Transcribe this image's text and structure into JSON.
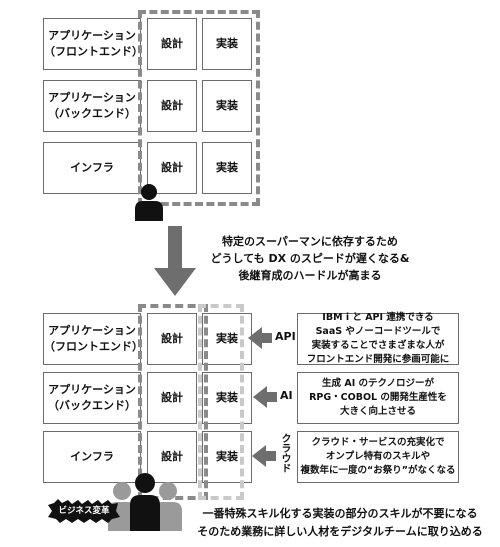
{
  "top": {
    "rows": [
      {
        "label": "アプリケーション\n（フロントエンド）",
        "design": "設計",
        "impl": "実装"
      },
      {
        "label": "アプリケーション\n（バックエンド）",
        "design": "設計",
        "impl": "実装"
      },
      {
        "label": "インフラ",
        "design": "設計",
        "impl": "実装"
      }
    ],
    "caption": "特定のスーパーマンに依存するため\nどうしても DX のスピードが遅くなる&\n後継育成のハードルが高まる"
  },
  "bottom": {
    "rows": [
      {
        "label": "アプリケーション\n（フロントエンド）",
        "design": "設計",
        "impl": "実装",
        "tag": "API",
        "note": "IBM i と API 連携できる\nSaaS やノーコードツールで\n実装することでさまざまな人が\nフロントエンド開発に参画可能に"
      },
      {
        "label": "アプリケーション\n（バックエンド）",
        "design": "設計",
        "impl": "実装",
        "tag": "AI",
        "note": "生成 AI のテクノロジーが\nRPG・COBOL の開発生産性を\n大きく向上させる"
      },
      {
        "label": "インフラ",
        "design": "設計",
        "impl": "実装",
        "tag": "クラウド",
        "note": "クラウド・サービスの充実化で\nオンプレ特有のスキルや\n複数年に一度の“お祭り”がなくなる"
      }
    ],
    "badge": "ビジネス変革",
    "caption": "一番特殊スキル化する実装の部分のスキルが不要になる\nそのため業務に詳しい人材をデジタルチームに取り込める"
  },
  "colors": {
    "line": "#6b6b6b",
    "dash": "#8a8a8a",
    "arrow": "#6e6e6e",
    "person_dark": "#111111",
    "person_gray": "#9a9a9a"
  }
}
